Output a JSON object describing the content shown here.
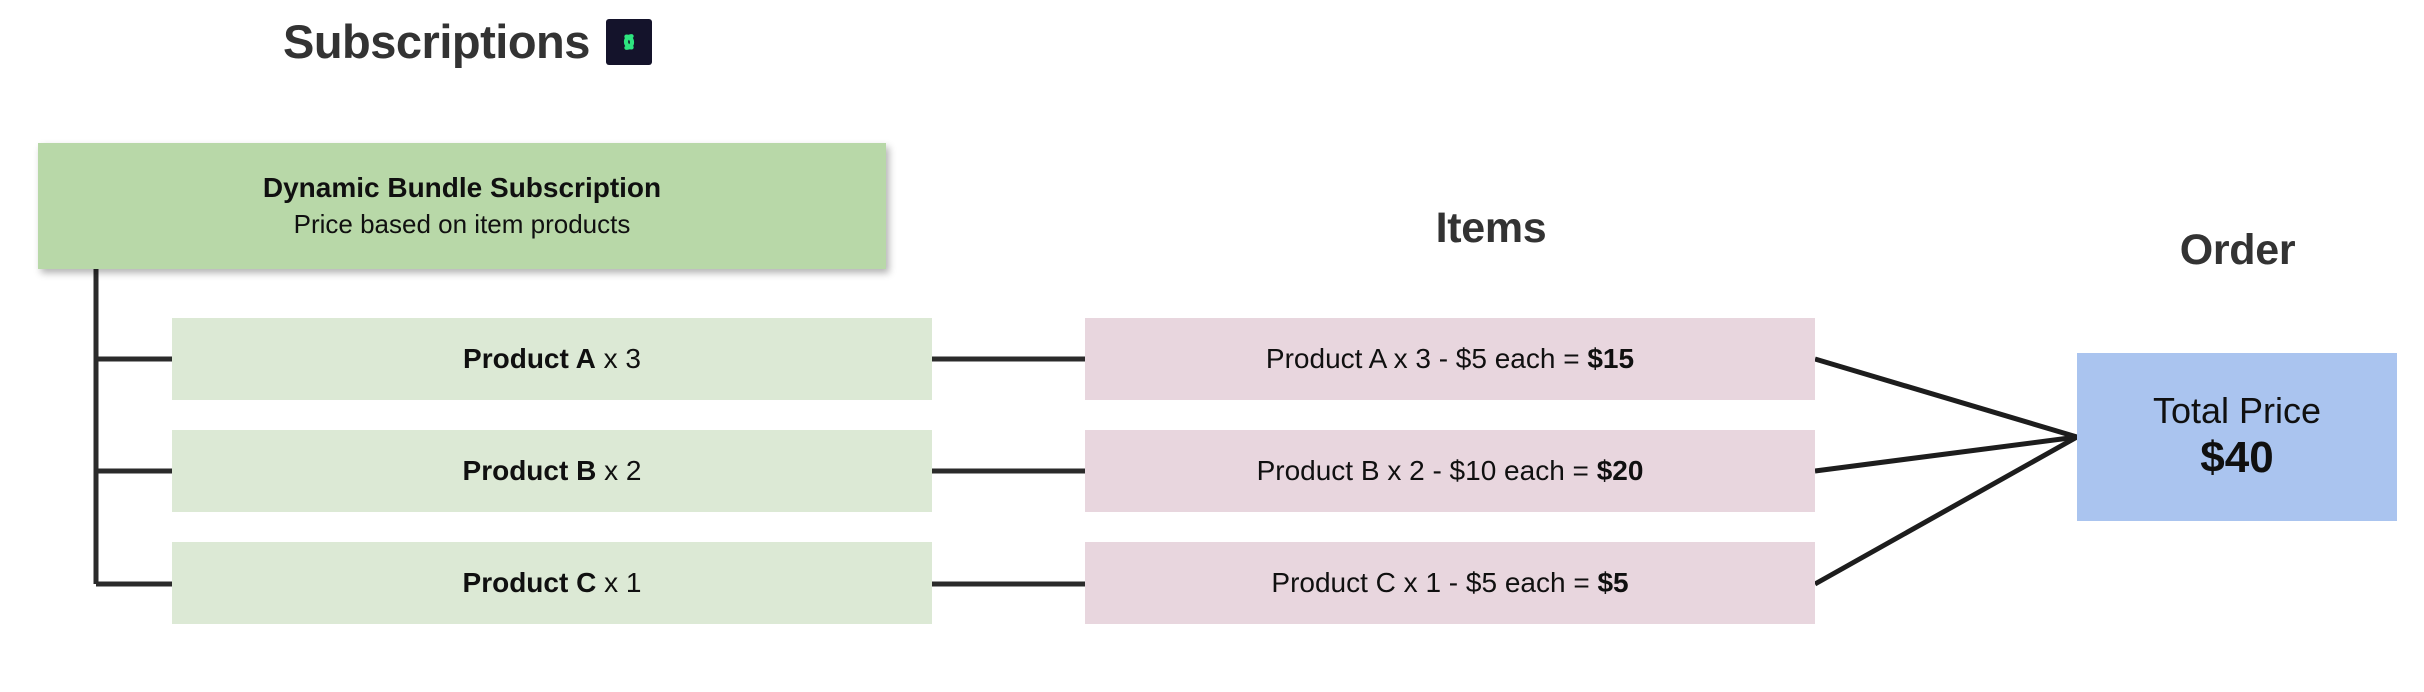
{
  "page": {
    "title": "Subscriptions",
    "brand_icon": "link-loop-icon",
    "brand_icon_bg": "#14132b",
    "brand_icon_color": "#2ee57f",
    "background": "#ffffff"
  },
  "columns": {
    "subscriptions_header": "Subscriptions",
    "items_header": "Items",
    "order_header": "Order"
  },
  "subscription": {
    "name": "Dynamic Bundle Subscription",
    "description": "Price based on item products",
    "color": "#b8d8a8"
  },
  "products": [
    {
      "name": "Product A",
      "qty_label": "x 3",
      "color": "#dce9d5"
    },
    {
      "name": "Product B",
      "qty_label": "x 2",
      "color": "#dce9d5"
    },
    {
      "name": "Product C",
      "qty_label": "x 1",
      "color": "#dce9d5"
    }
  ],
  "items": [
    {
      "description": "Product A x 3 - $5 each = ",
      "amount": "$15",
      "color": "#e8d6de"
    },
    {
      "description": "Product B x 2 - $10 each = ",
      "amount": "$20",
      "color": "#e8d6de"
    },
    {
      "description": "Product C x 1 - $5 each = ",
      "amount": "$5",
      "color": "#e8d6de"
    }
  ],
  "order": {
    "label": "Total Price",
    "total": "$40",
    "color": "#aac4ef"
  },
  "chart_data": {
    "type": "diagram",
    "title": "Subscriptions",
    "nodes": [
      {
        "id": "subscription",
        "label": "Dynamic Bundle Subscription",
        "sublabel": "Price based on item products",
        "column": "Subscriptions"
      },
      {
        "id": "productA",
        "label": "Product A x 3",
        "column": "Subscriptions"
      },
      {
        "id": "productB",
        "label": "Product B x 2",
        "column": "Subscriptions"
      },
      {
        "id": "productC",
        "label": "Product C x 1",
        "column": "Subscriptions"
      },
      {
        "id": "itemA",
        "label": "Product A x 3 - $5 each = $15",
        "column": "Items"
      },
      {
        "id": "itemB",
        "label": "Product B x 2 - $10 each = $20",
        "column": "Items"
      },
      {
        "id": "itemC",
        "label": "Product C x 1 - $5 each = $5",
        "column": "Items"
      },
      {
        "id": "order",
        "label": "Total Price $40",
        "column": "Order"
      }
    ],
    "edges": [
      {
        "from": "subscription",
        "to": "productA"
      },
      {
        "from": "subscription",
        "to": "productB"
      },
      {
        "from": "subscription",
        "to": "productC"
      },
      {
        "from": "productA",
        "to": "itemA"
      },
      {
        "from": "productB",
        "to": "itemB"
      },
      {
        "from": "productC",
        "to": "itemC"
      },
      {
        "from": "itemA",
        "to": "order"
      },
      {
        "from": "itemB",
        "to": "order"
      },
      {
        "from": "itemC",
        "to": "order"
      }
    ],
    "line_totals": [
      15,
      20,
      5
    ],
    "unit_prices": [
      5,
      10,
      5
    ],
    "quantities": [
      3,
      2,
      1
    ],
    "grand_total": 40
  }
}
